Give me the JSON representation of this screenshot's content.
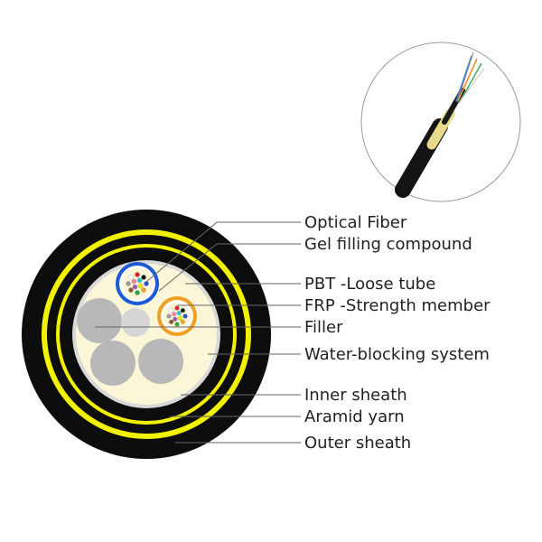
{
  "labels": [
    {
      "id": "optical-fiber",
      "text": "Optical Fiber"
    },
    {
      "id": "gel-filling-compound",
      "text": "Gel filling compound"
    },
    {
      "id": "pbt-loose-tube",
      "text": "PBT -Loose tube"
    },
    {
      "id": "frp-strength-member",
      "text": "FRP -Strength member"
    },
    {
      "id": "filler",
      "text": "Filler"
    },
    {
      "id": "water-blocking-system",
      "text": "Water-blocking system"
    },
    {
      "id": "inner-sheath",
      "text": "Inner sheath"
    },
    {
      "id": "aramid-yarn",
      "text": "Aramid yarn"
    },
    {
      "id": "outer-sheath",
      "text": "Outer sheath"
    }
  ],
  "colors": {
    "outer_sheath": "#0d0d0d",
    "aramid_yarn": "#f2f200",
    "inner_sheath": "#111111",
    "water_blocking": "#d9d9d9",
    "gel_compound": "#fbf6d8",
    "filler": "#b8b8b8",
    "frp_member": "#d6d6d6",
    "tube_blue": "#1d5bd6",
    "tube_orange": "#f0a020",
    "fiber_colors": [
      "#2255cc",
      "#f5a623",
      "#2aa84a",
      "#8b5a2b",
      "#9a9a9a",
      "#ffffff",
      "#e02020",
      "#111111",
      "#f2e600",
      "#9b59b6",
      "#ff7fb0",
      "#28c8c8"
    ]
  },
  "icons": {
    "cable_photo": "cable-end-photo-icon",
    "cross_section": "cable-cross-section-icon"
  }
}
